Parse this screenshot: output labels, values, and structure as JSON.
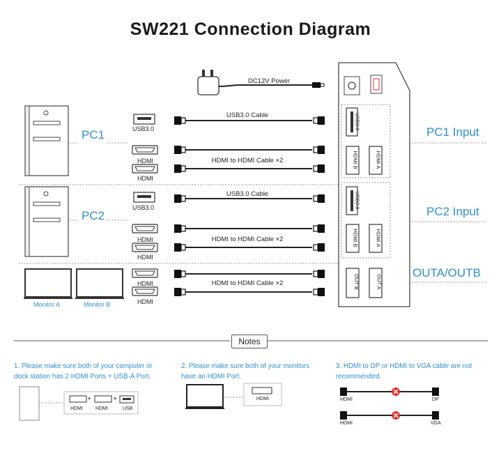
{
  "title": "SW221 Connection Diagram",
  "power_label": "DC12V Power",
  "groups": {
    "pc1": {
      "label": "PC1",
      "input_label": "PC1 Input"
    },
    "pc2": {
      "label": "PC2",
      "input_label": "PC2 Input"
    },
    "out": {
      "label": "OUTA/OUTB"
    }
  },
  "cables": {
    "usb": "USB3.0 Cable",
    "hdmi": "HDMI to HDMI Cable ×2"
  },
  "ports": {
    "usb": "USB3.0",
    "hdmi": "HDMI",
    "usb_short": "USB",
    "hdmi_a": "HDMI A",
    "hdmi_b": "HDMI B",
    "out_a": "OUT A",
    "out_b": "OUT B",
    "dp": "DP",
    "vga": "VGA"
  },
  "monitors": {
    "a": "Monitor A",
    "b": "Monitor B"
  },
  "notes": {
    "title": "Notes",
    "note1_line1": "1. Please make sure both of your computer or",
    "note1_line2": "dock station has 2 HDMI Ports + USB-A Port.",
    "note2_line1": "2. Please make sure both of your monitors",
    "note2_line2": "have an HDMI Port.",
    "note3_line1": "3. HDMI to DP or HDMI to VGA cable are not",
    "note3_line2": "recommended."
  },
  "colors": {
    "accent": "#2f8fd0",
    "stroke": "#333333",
    "error": "#e0302c"
  }
}
